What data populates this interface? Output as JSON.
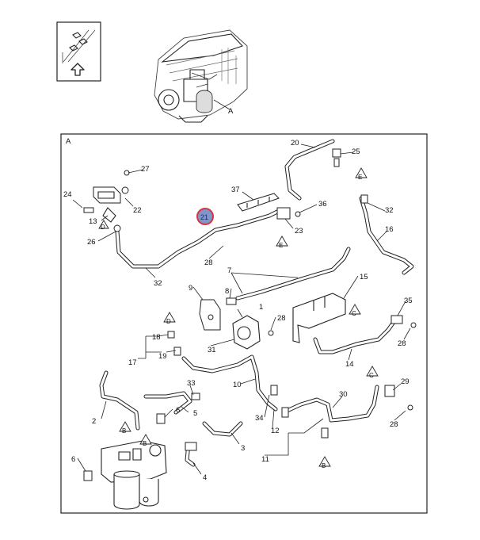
{
  "nav_box": {
    "icon": "arrow-up-icon"
  },
  "overview": {
    "callout": "A"
  },
  "detail": {
    "frame_label": "A"
  },
  "highlight": {
    "part": "21",
    "ring_color": "#d9343c",
    "fill_color": "#7f95cc"
  },
  "callouts": [
    "1",
    "2",
    "3",
    "4",
    "5",
    "6",
    "6",
    "7",
    "8",
    "9",
    "10",
    "11",
    "12",
    "13",
    "14",
    "15",
    "16",
    "17",
    "18",
    "19",
    "20",
    "22",
    "23",
    "24",
    "25",
    "26",
    "27",
    "28",
    "28",
    "28",
    "28",
    "29",
    "30",
    "31",
    "32",
    "32",
    "33",
    "34",
    "35",
    "36",
    "37"
  ],
  "refs": [
    "B",
    "B",
    "B",
    "C",
    "C",
    "D",
    "D",
    "E",
    "E"
  ]
}
